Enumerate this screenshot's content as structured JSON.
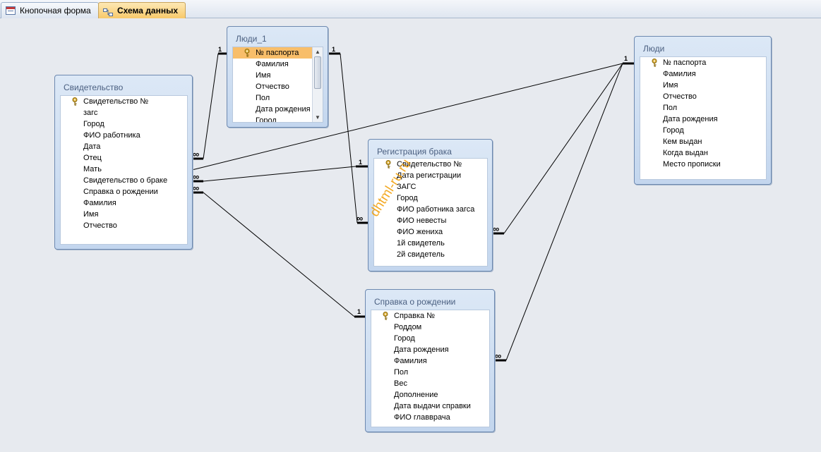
{
  "tabs": [
    {
      "label": "Кнопочная форма",
      "active": false
    },
    {
      "label": "Схема данных",
      "active": true
    }
  ],
  "tables": {
    "svidetelstvo": {
      "title": "Свидетельство",
      "fields": [
        "Свидетельство №",
        "загс",
        "Город",
        "ФИО работника",
        "Дата",
        "Отец",
        "Мать",
        "Свидетельство о браке",
        "Справка о рождении",
        "Фамилия",
        "Имя",
        "Отчество"
      ],
      "primary_key": "Свидетельство №"
    },
    "lyudi_1": {
      "title": "Люди_1",
      "fields": [
        "№ паспорта",
        "Фамилия",
        "Имя",
        "Отчество",
        "Пол",
        "Дата рождения",
        "Город"
      ],
      "primary_key": "№ паспорта",
      "selected": "№ паспорта"
    },
    "lyudi": {
      "title": "Люди",
      "fields": [
        "№ паспорта",
        "Фамилия",
        "Имя",
        "Отчество",
        "Пол",
        "Дата рождения",
        "Город",
        "Кем выдан",
        "Когда выдан",
        "Место прописки"
      ],
      "primary_key": "№ паспорта"
    },
    "registraciya": {
      "title": "Регистрация брака",
      "fields": [
        "Свидетельство №",
        "Дата регистрации",
        "ЗАГС",
        "Город",
        "ФИО работника загса",
        "ФИО невесты",
        "ФИО жениха",
        "1й свидетель",
        "2й свидетель"
      ],
      "primary_key": "Свидетельство №"
    },
    "spravka": {
      "title": "Справка о рождении",
      "fields": [
        "Справка №",
        "Роддом",
        "Город",
        "Дата рождения",
        "Фамилия",
        "Пол",
        "Вес",
        "Дополнение",
        "Дата выдачи справки",
        "ФИО главврача"
      ],
      "primary_key": "Справка №"
    }
  },
  "relationship_labels": {
    "one": "1",
    "many": "∞"
  },
  "watermark": "dhtml-ru.ru",
  "colors": {
    "selection": "#f8be6a",
    "active_tab": "#f8c96a",
    "watermark": "#f29c00"
  }
}
